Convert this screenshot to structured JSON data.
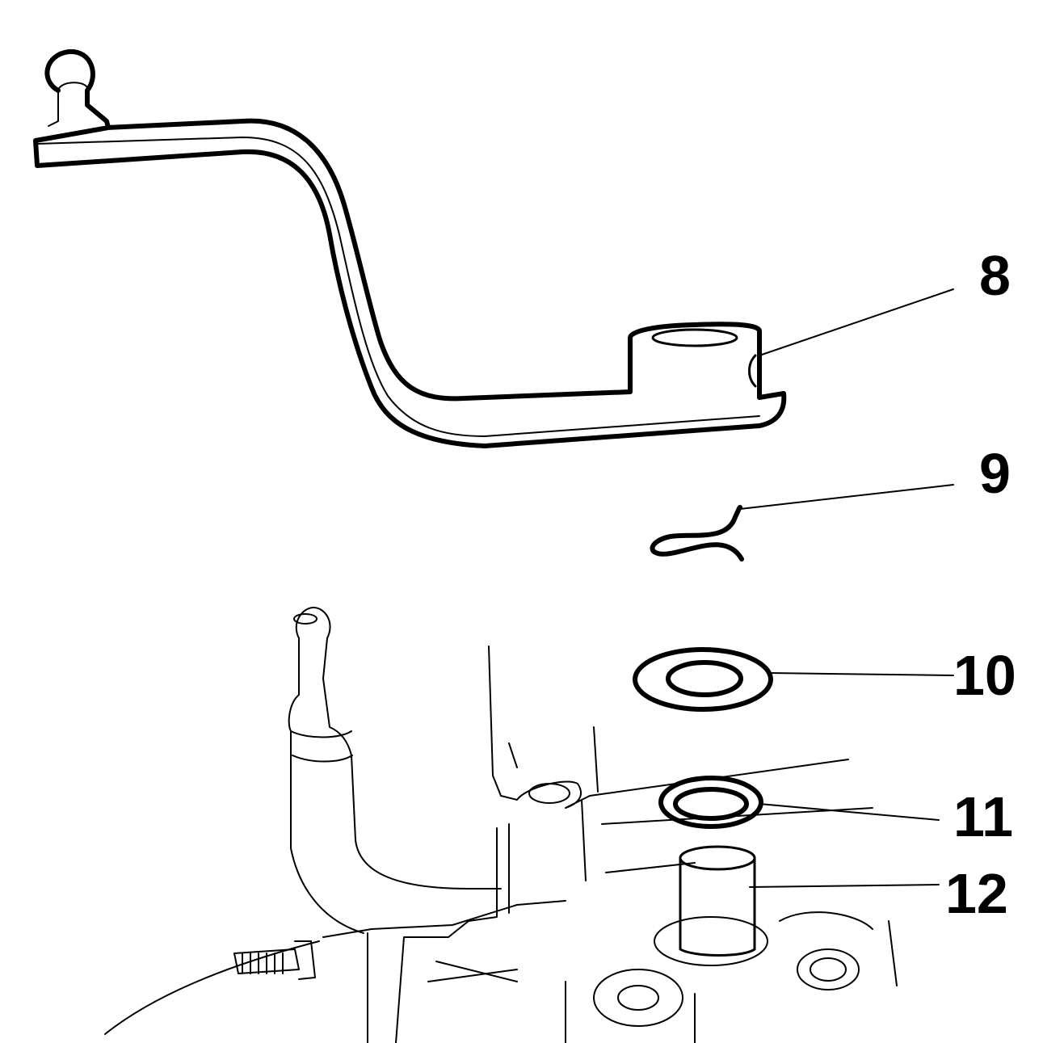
{
  "diagram": {
    "callouts": [
      {
        "id": "8",
        "label": "8"
      },
      {
        "id": "9",
        "label": "9"
      },
      {
        "id": "10",
        "label": "10"
      },
      {
        "id": "11",
        "label": "11"
      },
      {
        "id": "12",
        "label": "12"
      }
    ],
    "colors": {
      "line": "#000000",
      "background": "#ffffff"
    }
  }
}
